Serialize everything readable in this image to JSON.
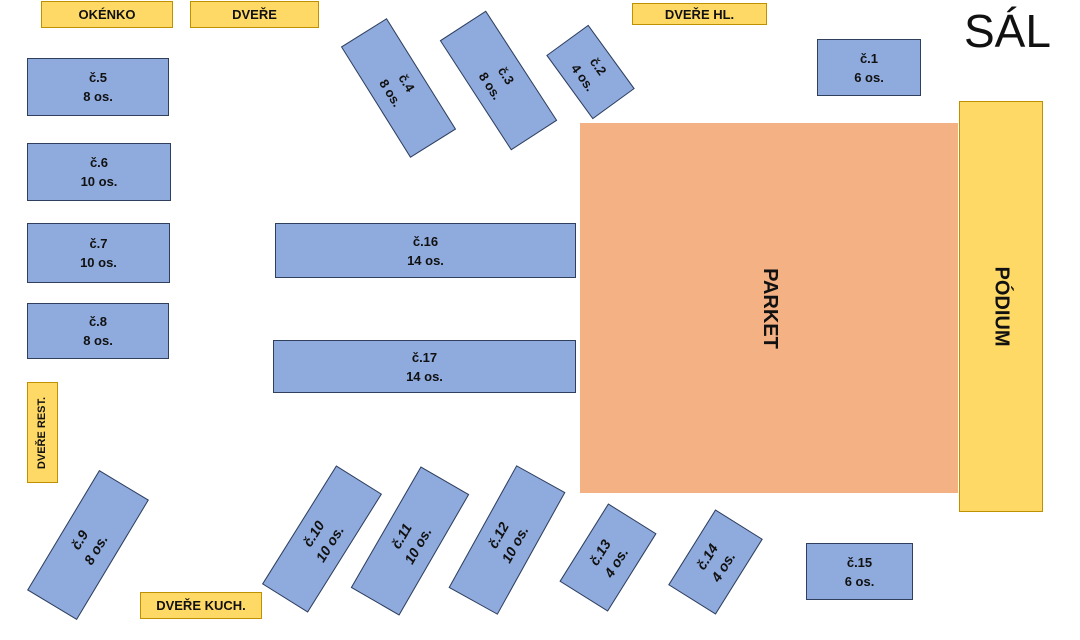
{
  "title": "SÁL",
  "parket": "PARKET",
  "podium": "PÓDIUM",
  "doors": {
    "okenko": "OKÉNKO",
    "dvere": "DVEŘE",
    "dvere_hl": "DVEŘE HL.",
    "dvere_rest": "DVEŘE REST.",
    "dvere_kuch": "DVEŘE KUCH."
  },
  "tables": [
    {
      "name": "č.1",
      "seats": "6 os."
    },
    {
      "name": "č.2",
      "seats": "4 os."
    },
    {
      "name": "č.3",
      "seats": "8 os."
    },
    {
      "name": "č.4",
      "seats": "8 os."
    },
    {
      "name": "č.5",
      "seats": "8 os."
    },
    {
      "name": "č.6",
      "seats": "10 os."
    },
    {
      "name": "č.7",
      "seats": "10 os."
    },
    {
      "name": "č.8",
      "seats": "8 os."
    },
    {
      "name": "č.9",
      "seats": "8 os."
    },
    {
      "name": "č.10",
      "seats": "10 os."
    },
    {
      "name": "č.11",
      "seats": "10 os."
    },
    {
      "name": "č.12",
      "seats": "10 os."
    },
    {
      "name": "č.13",
      "seats": "4 os."
    },
    {
      "name": "č.14",
      "seats": "4 os."
    },
    {
      "name": "č.15",
      "seats": "6 os."
    },
    {
      "name": "č.16",
      "seats": "14 os."
    },
    {
      "name": "č.17",
      "seats": "14 os."
    }
  ]
}
